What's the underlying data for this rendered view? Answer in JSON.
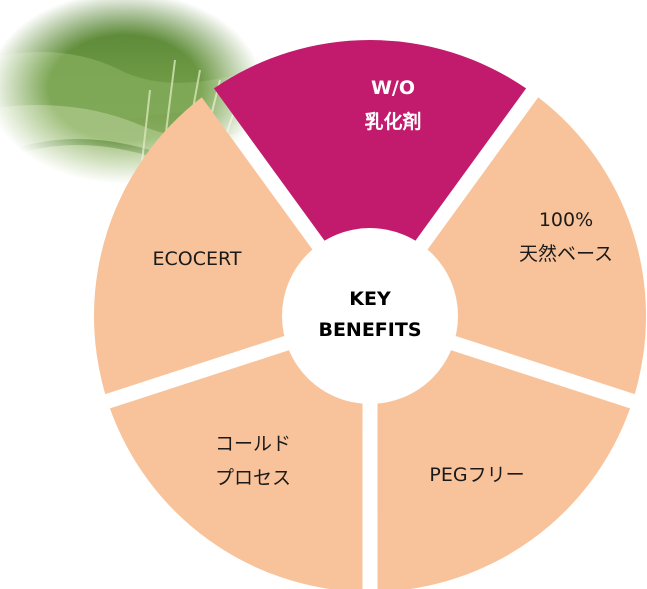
{
  "colors": {
    "segment_fill": "#F8C39A",
    "highlight_fill": "#C21A6D",
    "highlight_text": "#FFFFFF",
    "segment_text": "#1A1A1A",
    "center_fill": "#FFFFFF",
    "photo_grass": "#6E9A45",
    "photo_water": "#8FB07A"
  },
  "center": {
    "line1": "KEY",
    "line2": "BENEFITS"
  },
  "segments": [
    {
      "id": "wo-emulsifier",
      "line1": "W/O",
      "line2": "乳化剤",
      "highlight": true
    },
    {
      "id": "natural-base",
      "line1": "100%",
      "line2": "天然ベース",
      "highlight": false
    },
    {
      "id": "peg-free",
      "line1": "PEGフリー",
      "line2": "",
      "highlight": false
    },
    {
      "id": "cold-process",
      "line1": "コールド",
      "line2": "プロセス",
      "highlight": false
    },
    {
      "id": "ecocert",
      "line1": "ECOCERT",
      "line2": "",
      "highlight": false
    }
  ],
  "photo": {
    "icon": "grass-field-photo"
  }
}
